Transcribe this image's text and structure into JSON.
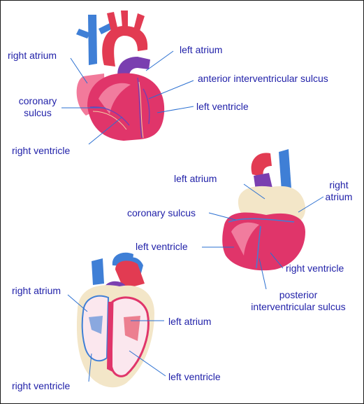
{
  "diagram": {
    "colors": {
      "label_text": "#1f1fa8",
      "leader_line": "#2a6fd1",
      "myocardium": "#e0356a",
      "myocardium_light": "#f27a9b",
      "vena_cava": "#3f7fd6",
      "pulmonary_artery": "#7a3fb0",
      "aorta": "#e23b52",
      "fat": "#f3e6c8",
      "chamber_interior": "#fbe7ee"
    },
    "anterior_view": {
      "labels": {
        "right_atrium": "right atrium",
        "left_atrium": "left atrium",
        "anterior_sulcus": "anterior interventricular  sulcus",
        "coronary_sulcus_1": "coronary",
        "coronary_sulcus_2": "sulcus",
        "left_ventricle": "left ventricle",
        "right_ventricle": "right ventricle"
      }
    },
    "posterior_view": {
      "labels": {
        "left_atrium": "left atrium",
        "right_atrium_1": "right",
        "right_atrium_2": "atrium",
        "coronary_sulcus": "coronary sulcus",
        "left_ventricle": "left ventricle",
        "right_ventricle": "right ventricle",
        "posterior_sulcus_1": "posterior",
        "posterior_sulcus_2": "interventricular  sulcus"
      }
    },
    "section_view": {
      "labels": {
        "right_atrium": "right atrium",
        "left_atrium": "left atrium",
        "left_ventricle": "left ventricle",
        "right_ventricle": "right ventricle"
      }
    }
  }
}
